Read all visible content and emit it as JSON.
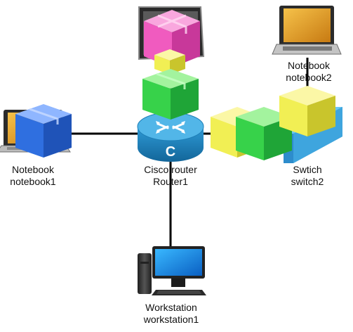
{
  "nodes": {
    "notebook1": {
      "type": "Notebook",
      "name": "notebook1"
    },
    "router1": {
      "type": "Cisco router",
      "name": "Router1",
      "badge": "C"
    },
    "notebook2": {
      "type": "Notebook",
      "name": "notebook2"
    },
    "switch2": {
      "type": "Swtich",
      "name": "switch2"
    },
    "workstation1": {
      "type": "Workstation",
      "name": "workstation1"
    }
  },
  "colors": {
    "link": "#000000",
    "packet_blue": "#2f6fe0",
    "packet_green": "#27d24a",
    "packet_yellow": "#f1ef54",
    "packet_pink": "#f04fb4",
    "router_body": "#2a8bc4",
    "switch_body": "#3aa6dd"
  },
  "icons": {
    "notebook1": "laptop-icon",
    "notebook2": "laptop-icon",
    "router1": "router-icon",
    "switch2": "switch-icon",
    "workstation1": "desktop-computer-icon",
    "tablet": "tablet-icon",
    "packet": "packet-box-icon"
  }
}
